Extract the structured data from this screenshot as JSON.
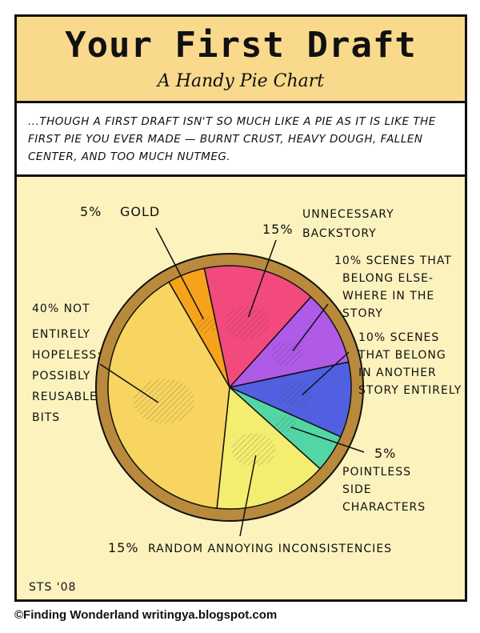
{
  "header": {
    "title": "Your First Draft",
    "subtitle": "A Handy Pie Chart"
  },
  "caption": "...THOUGH A FIRST DRAFT ISN'T SO MUCH LIKE A PIE AS IT IS LIKE THE FIRST PIE YOU EVER MADE — BURNT CRUST, HEAVY DOUGH, FALLEN CENTER, AND TOO MUCH NUTMEG.",
  "signature": "STS '08",
  "footer": "©Finding Wonderland  writingya.blogspot.com",
  "colors": {
    "panel": "#fbf2bd",
    "title_band": "#f9d98c",
    "crust": "#b98a3c",
    "gold": "#f7a21b",
    "backstory": "#f24a7d",
    "scenes_elsewhere": "#b05ae8",
    "scenes_another": "#5060e0",
    "side_characters": "#53d6a6",
    "inconsistencies": "#f4ee70",
    "reusable": "#f7d560"
  },
  "chart_data": {
    "type": "pie",
    "title": "Your First Draft",
    "subtitle": "A Handy Pie Chart",
    "slices": [
      {
        "label": "GOLD",
        "value": 5,
        "value_text": "5%",
        "color": "#f7a21b"
      },
      {
        "label": "UNNECESSARY BACKSTORY",
        "value": 15,
        "value_text": "15%",
        "color": "#f24a7d"
      },
      {
        "label": "SCENES THAT BELONG ELSEWHERE IN THE STORY",
        "value": 10,
        "value_text": "10%",
        "color": "#b05ae8"
      },
      {
        "label": "SCENES THAT BELONG IN ANOTHER STORY ENTIRELY",
        "value": 10,
        "value_text": "10%",
        "color": "#5060e0"
      },
      {
        "label": "POINTLESS SIDE CHARACTERS",
        "value": 5,
        "value_text": "5%",
        "color": "#53d6a6"
      },
      {
        "label": "RANDOM ANNOYING INCONSISTENCIES",
        "value": 15,
        "value_text": "15%",
        "color": "#f4ee70"
      },
      {
        "label": "NOT ENTIRELY HOPELESS; POSSIBLY REUSABLE BITS",
        "value": 40,
        "value_text": "40%",
        "color": "#f7d560"
      }
    ]
  }
}
